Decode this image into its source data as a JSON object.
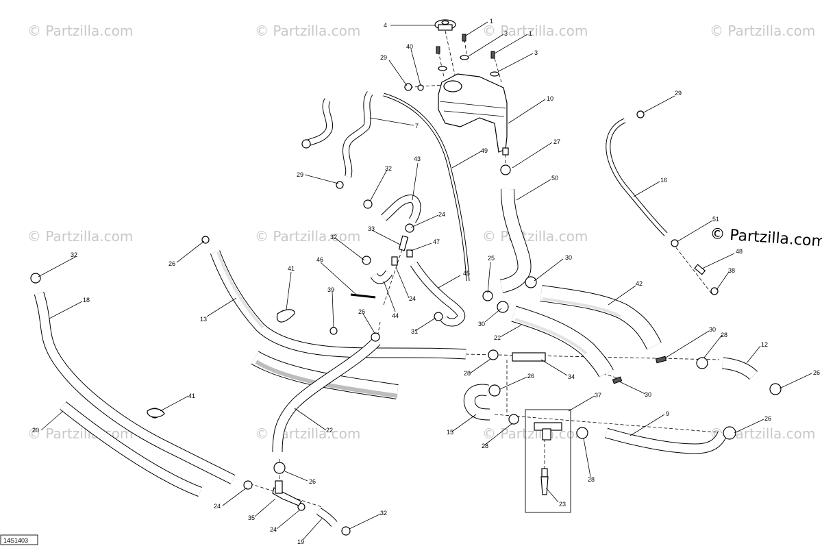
{
  "diagram_code": "14S1403",
  "watermark": {
    "text": "© Partzilla.com",
    "highlight_text": "© Partzilla.com"
  },
  "callouts": {
    "c4": "4",
    "c1a": "1",
    "c3a": "3",
    "c1b": "1",
    "c3b": "3",
    "c40": "40",
    "c29a": "29",
    "c10": "10",
    "c7": "7",
    "c49": "49",
    "c27": "27",
    "c29b": "29",
    "c29c": "29",
    "c16": "16",
    "c43": "43",
    "c32a": "32",
    "c50": "50",
    "c24a": "24",
    "c33": "33",
    "c47": "47",
    "c32b": "32",
    "c51": "51",
    "c48": "48",
    "c38": "38",
    "c26a": "26",
    "c41a": "41",
    "c46": "46",
    "c25": "25",
    "c30a": "30",
    "c42": "42",
    "c32c": "32",
    "c39": "39",
    "c45": "45",
    "c24b": "24",
    "c44": "44",
    "c18": "18",
    "c13": "13",
    "c26b": "26",
    "c31": "31",
    "c30b": "30",
    "c21": "21",
    "c30c": "30",
    "c28a": "28",
    "c12": "12",
    "c28b": "28",
    "c34": "34",
    "c26c": "26",
    "c30d": "30",
    "c26d": "26",
    "c41b": "41",
    "c37": "37",
    "c9": "9",
    "c20": "20",
    "c22": "22",
    "c15": "15",
    "c26e": "26",
    "c28c": "28",
    "c28d": "28",
    "c26f": "26",
    "c24c": "24",
    "c35": "35",
    "c24d": "24",
    "c23": "23",
    "c32d": "32",
    "c19": "19"
  }
}
